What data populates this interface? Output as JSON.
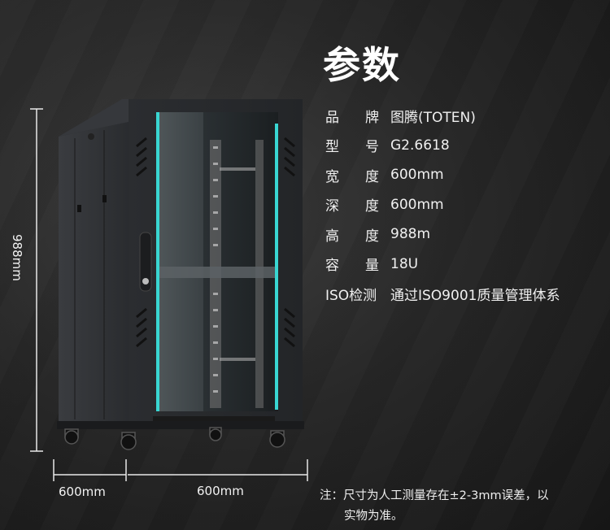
{
  "title": "参数",
  "specs": [
    {
      "label": [
        "品",
        "牌"
      ],
      "value": "图腾(TOTEN)"
    },
    {
      "label": [
        "型",
        "号"
      ],
      "value": "G2.6618"
    },
    {
      "label": [
        "宽",
        "度"
      ],
      "value": "600mm"
    },
    {
      "label": [
        "深",
        "度"
      ],
      "value": "600mm"
    },
    {
      "label": [
        "高",
        "度"
      ],
      "value": "988m"
    },
    {
      "label": [
        "容",
        "量"
      ],
      "value": "18U"
    },
    {
      "label": [
        "ISO检测"
      ],
      "value": "通过ISO9001质量管理体系"
    }
  ],
  "dimensions": {
    "height": "988mm",
    "depth": "600mm",
    "width": "600mm"
  },
  "note": {
    "line1": "注：尺寸为人工测量存在±2-3mm误差，以",
    "line2": "实物为准。"
  },
  "colors": {
    "accent_strip": "#39d6d2",
    "cabinet": "#2b2d30"
  }
}
